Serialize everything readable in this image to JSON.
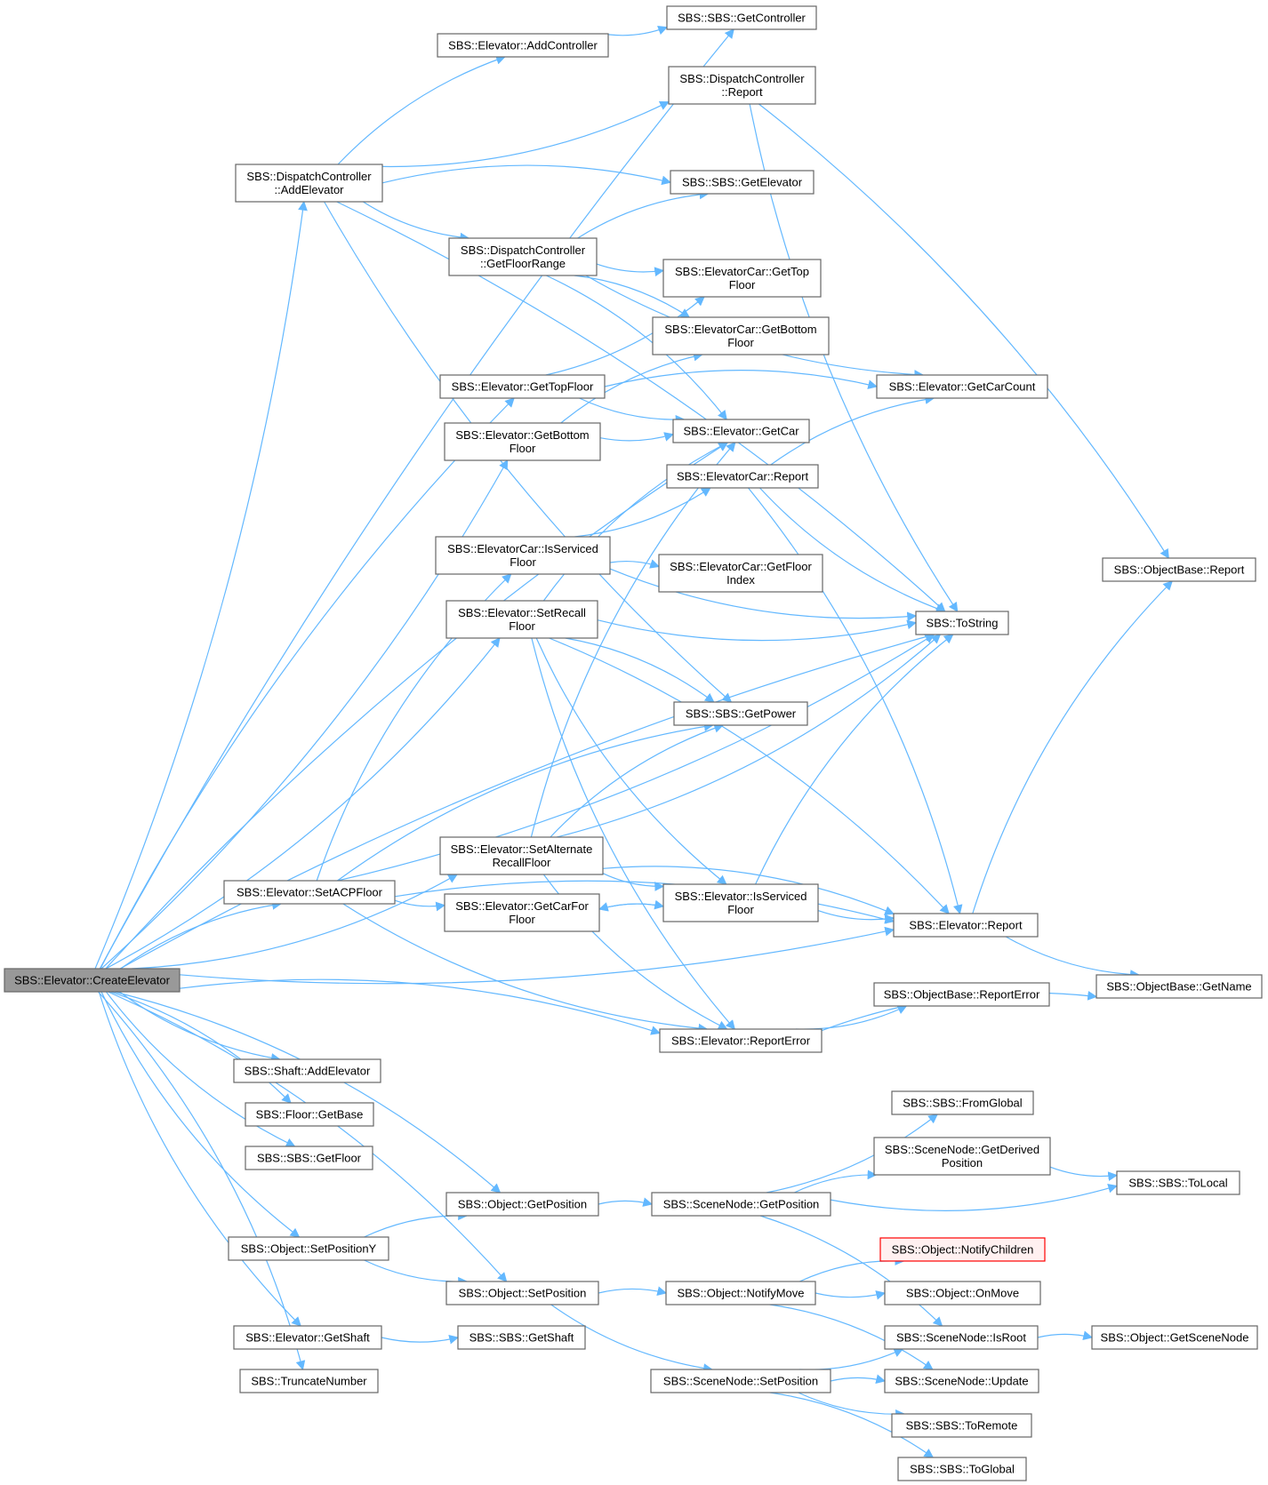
{
  "colors": {
    "edge": "#63b8ff",
    "node_border": "#666666",
    "root_fill": "#999999",
    "highlight_border": "#ff0000"
  },
  "nodes": [
    {
      "id": "n0",
      "lines": [
        "SBS::Elevator::CreateElevator"
      ]
    },
    {
      "id": "n1",
      "lines": [
        "SBS::SBS::GetController"
      ]
    },
    {
      "id": "n2",
      "lines": [
        "SBS::Elevator::AddController"
      ]
    },
    {
      "id": "n3",
      "lines": [
        "SBS::DispatchController",
        "::Report"
      ]
    },
    {
      "id": "n4",
      "lines": [
        "SBS::DispatchController",
        "::AddElevator"
      ]
    },
    {
      "id": "n5",
      "lines": [
        "SBS::SBS::GetElevator"
      ]
    },
    {
      "id": "n6",
      "lines": [
        "SBS::DispatchController",
        "::GetFloorRange"
      ]
    },
    {
      "id": "n7",
      "lines": [
        "SBS::ElevatorCar::GetTop",
        "Floor"
      ]
    },
    {
      "id": "n8",
      "lines": [
        "SBS::ElevatorCar::GetBottom",
        "Floor"
      ]
    },
    {
      "id": "n9",
      "lines": [
        "SBS::Elevator::GetTopFloor"
      ]
    },
    {
      "id": "n10",
      "lines": [
        "SBS::Elevator::GetCarCount"
      ]
    },
    {
      "id": "n11",
      "lines": [
        "SBS::Elevator::GetBottom",
        "Floor"
      ]
    },
    {
      "id": "n12",
      "lines": [
        "SBS::Elevator::GetCar"
      ]
    },
    {
      "id": "n13",
      "lines": [
        "SBS::ElevatorCar::Report"
      ]
    },
    {
      "id": "n14",
      "lines": [
        "SBS::ElevatorCar::IsServiced",
        "Floor"
      ]
    },
    {
      "id": "n15",
      "lines": [
        "SBS::ElevatorCar::GetFloor",
        "Index"
      ]
    },
    {
      "id": "n16",
      "lines": [
        "SBS::ObjectBase::Report"
      ]
    },
    {
      "id": "n17",
      "lines": [
        "SBS::Elevator::SetRecall",
        "Floor"
      ]
    },
    {
      "id": "n18",
      "lines": [
        "SBS::ToString"
      ]
    },
    {
      "id": "n19",
      "lines": [
        "SBS::SBS::GetPower"
      ]
    },
    {
      "id": "n20",
      "lines": [
        "SBS::Elevator::SetAlternate",
        "RecallFloor"
      ]
    },
    {
      "id": "n21",
      "lines": [
        "SBS::Elevator::SetACPFloor"
      ]
    },
    {
      "id": "n22",
      "lines": [
        "SBS::Elevator::GetCarFor",
        "Floor"
      ]
    },
    {
      "id": "n23",
      "lines": [
        "SBS::Elevator::IsServiced",
        "Floor"
      ]
    },
    {
      "id": "n24",
      "lines": [
        "SBS::Elevator::Report"
      ]
    },
    {
      "id": "n25",
      "lines": [
        "SBS::ObjectBase::GetName"
      ]
    },
    {
      "id": "n26",
      "lines": [
        "SBS::ObjectBase::ReportError"
      ]
    },
    {
      "id": "n27",
      "lines": [
        "SBS::Elevator::ReportError"
      ]
    },
    {
      "id": "n28",
      "lines": [
        "SBS::Shaft::AddElevator"
      ]
    },
    {
      "id": "n29",
      "lines": [
        "SBS::Floor::GetBase"
      ]
    },
    {
      "id": "n30",
      "lines": [
        "SBS::SBS::GetFloor"
      ]
    },
    {
      "id": "n31",
      "lines": [
        "SBS::SBS::FromGlobal"
      ]
    },
    {
      "id": "n32",
      "lines": [
        "SBS::SceneNode::GetDerived",
        "Position"
      ]
    },
    {
      "id": "n33",
      "lines": [
        "SBS::SBS::ToLocal"
      ]
    },
    {
      "id": "n34",
      "lines": [
        "SBS::Object::GetPosition"
      ]
    },
    {
      "id": "n35",
      "lines": [
        "SBS::SceneNode::GetPosition"
      ]
    },
    {
      "id": "n36",
      "lines": [
        "SBS::Object::SetPositionY"
      ]
    },
    {
      "id": "n37",
      "lines": [
        "SBS::Object::NotifyChildren"
      ]
    },
    {
      "id": "n38",
      "lines": [
        "SBS::Object::SetPosition"
      ]
    },
    {
      "id": "n39",
      "lines": [
        "SBS::Object::NotifyMove"
      ]
    },
    {
      "id": "n40",
      "lines": [
        "SBS::Object::OnMove"
      ]
    },
    {
      "id": "n41",
      "lines": [
        "SBS::Elevator::GetShaft"
      ]
    },
    {
      "id": "n42",
      "lines": [
        "SBS::SBS::GetShaft"
      ]
    },
    {
      "id": "n43",
      "lines": [
        "SBS::SceneNode::IsRoot"
      ]
    },
    {
      "id": "n44",
      "lines": [
        "SBS::Object::GetSceneNode"
      ]
    },
    {
      "id": "n45",
      "lines": [
        "SBS::TruncateNumber"
      ]
    },
    {
      "id": "n46",
      "lines": [
        "SBS::SceneNode::SetPosition"
      ]
    },
    {
      "id": "n47",
      "lines": [
        "SBS::SceneNode::Update"
      ]
    },
    {
      "id": "n48",
      "lines": [
        "SBS::SBS::ToRemote"
      ]
    },
    {
      "id": "n49",
      "lines": [
        "SBS::SBS::ToGlobal"
      ]
    }
  ],
  "edges": [
    [
      "n0",
      "n1"
    ],
    [
      "n0",
      "n4"
    ],
    [
      "n0",
      "n9"
    ],
    [
      "n0",
      "n11"
    ],
    [
      "n0",
      "n12"
    ],
    [
      "n0",
      "n17"
    ],
    [
      "n0",
      "n21"
    ],
    [
      "n0",
      "n20"
    ],
    [
      "n0",
      "n18"
    ],
    [
      "n0",
      "n24"
    ],
    [
      "n0",
      "n27"
    ],
    [
      "n0",
      "n28"
    ],
    [
      "n0",
      "n29"
    ],
    [
      "n0",
      "n30"
    ],
    [
      "n0",
      "n34"
    ],
    [
      "n0",
      "n36"
    ],
    [
      "n0",
      "n38"
    ],
    [
      "n0",
      "n41"
    ],
    [
      "n0",
      "n45"
    ],
    [
      "n2",
      "n1"
    ],
    [
      "n4",
      "n2"
    ],
    [
      "n4",
      "n3"
    ],
    [
      "n4",
      "n5"
    ],
    [
      "n4",
      "n6"
    ],
    [
      "n4",
      "n18"
    ],
    [
      "n4",
      "n19"
    ],
    [
      "n3",
      "n16"
    ],
    [
      "n3",
      "n18"
    ],
    [
      "n6",
      "n5"
    ],
    [
      "n6",
      "n7"
    ],
    [
      "n6",
      "n8"
    ],
    [
      "n6",
      "n10"
    ],
    [
      "n6",
      "n12"
    ],
    [
      "n9",
      "n7"
    ],
    [
      "n9",
      "n10"
    ],
    [
      "n9",
      "n12"
    ],
    [
      "n11",
      "n8"
    ],
    [
      "n11",
      "n12"
    ],
    [
      "n13",
      "n10"
    ],
    [
      "n13",
      "n18"
    ],
    [
      "n13",
      "n24"
    ],
    [
      "n14",
      "n13"
    ],
    [
      "n14",
      "n15"
    ],
    [
      "n14",
      "n18"
    ],
    [
      "n17",
      "n12"
    ],
    [
      "n17",
      "n18"
    ],
    [
      "n17",
      "n19"
    ],
    [
      "n17",
      "n23"
    ],
    [
      "n17",
      "n24"
    ],
    [
      "n17",
      "n27"
    ],
    [
      "n20",
      "n12"
    ],
    [
      "n20",
      "n18"
    ],
    [
      "n20",
      "n19"
    ],
    [
      "n20",
      "n23"
    ],
    [
      "n20",
      "n24"
    ],
    [
      "n20",
      "n27"
    ],
    [
      "n21",
      "n14"
    ],
    [
      "n21",
      "n18"
    ],
    [
      "n21",
      "n19"
    ],
    [
      "n21",
      "n22"
    ],
    [
      "n21",
      "n24"
    ],
    [
      "n21",
      "n27"
    ],
    [
      "n22",
      "n23"
    ],
    [
      "n23",
      "n22"
    ],
    [
      "n23",
      "n18"
    ],
    [
      "n23",
      "n24"
    ],
    [
      "n24",
      "n16"
    ],
    [
      "n24",
      "n25"
    ],
    [
      "n27",
      "n25"
    ],
    [
      "n27",
      "n26"
    ],
    [
      "n34",
      "n35"
    ],
    [
      "n35",
      "n31"
    ],
    [
      "n35",
      "n32"
    ],
    [
      "n35",
      "n33"
    ],
    [
      "n35",
      "n43"
    ],
    [
      "n32",
      "n33"
    ],
    [
      "n36",
      "n34"
    ],
    [
      "n36",
      "n38"
    ],
    [
      "n38",
      "n39"
    ],
    [
      "n38",
      "n46"
    ],
    [
      "n39",
      "n37"
    ],
    [
      "n39",
      "n40"
    ],
    [
      "n39",
      "n47"
    ],
    [
      "n41",
      "n42"
    ],
    [
      "n43",
      "n44"
    ],
    [
      "n46",
      "n43"
    ],
    [
      "n46",
      "n47"
    ],
    [
      "n46",
      "n48"
    ],
    [
      "n46",
      "n49"
    ]
  ]
}
